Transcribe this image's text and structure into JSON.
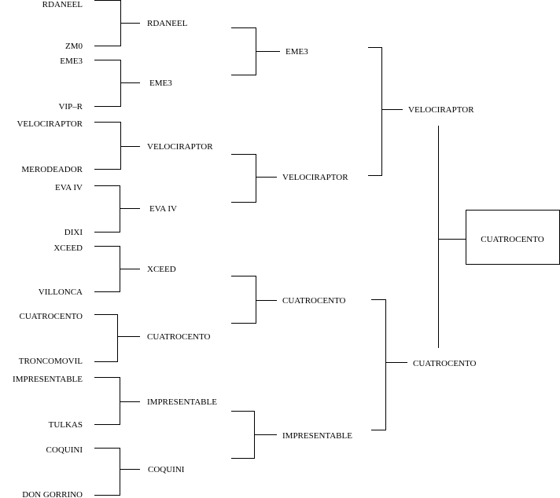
{
  "bracket": {
    "round1": [
      {
        "top": "RDANEEL",
        "bottom": "ZM0"
      },
      {
        "top": "EME3",
        "bottom": "VIP–R"
      },
      {
        "top": "VELOCIRAPTOR",
        "bottom": "MERODEADOR"
      },
      {
        "top": "EVA IV",
        "bottom": "DIXI"
      },
      {
        "top": "XCEED",
        "bottom": "VILLONCA"
      },
      {
        "top": "CUATROCENTO",
        "bottom": "TRONCOMOVIL"
      },
      {
        "top": "IMPRESENTABLE",
        "bottom": "TULKAS"
      },
      {
        "top": "COQUINI",
        "bottom": "DON GORRINO"
      }
    ],
    "round2": [
      "RDANEEL",
      "EME3",
      "VELOCIRAPTOR",
      "EVA IV",
      "XCEED",
      "CUATROCENTO",
      "IMPRESENTABLE",
      "COQUINI"
    ],
    "round3": [
      "EME3",
      "VELOCIRAPTOR",
      "CUATROCENTO",
      "IMPRESENTABLE"
    ],
    "round4": [
      "VELOCIRAPTOR",
      "CUATROCENTO"
    ],
    "champion": "CUATROCENTO"
  }
}
